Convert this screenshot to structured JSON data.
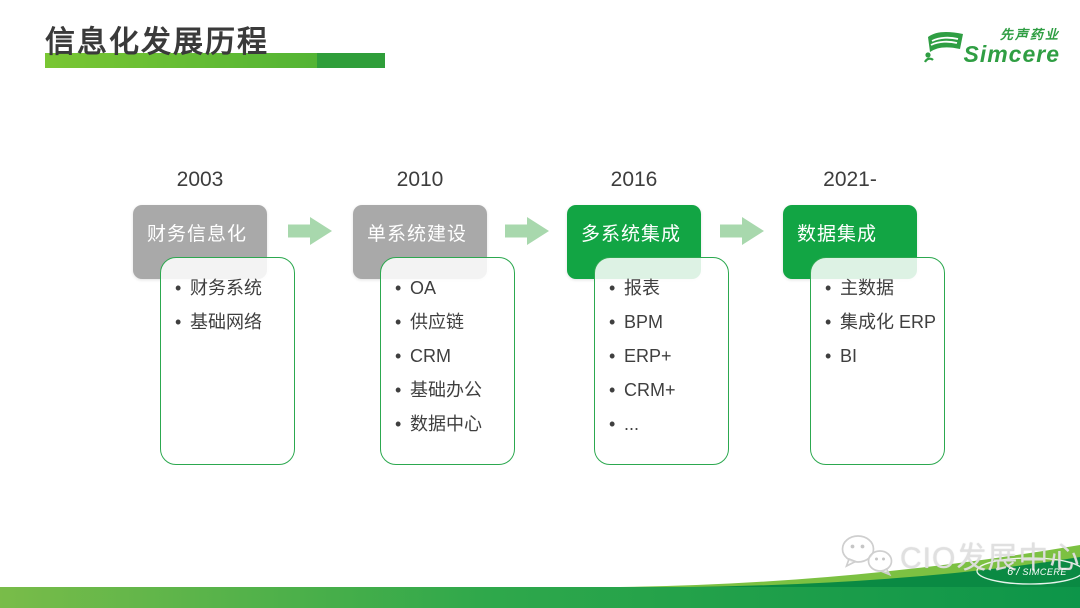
{
  "slide": {
    "title": "信息化发展历程"
  },
  "logo": {
    "company_cn": "先声药业",
    "company_en": "Simcere"
  },
  "timeline": {
    "stages": [
      {
        "year": "2003",
        "name": "财务信息化",
        "style": "gray",
        "items": [
          "财务系统",
          "基础网络"
        ]
      },
      {
        "year": "2010",
        "name": "单系统建设",
        "style": "gray",
        "items": [
          "OA",
          "供应链",
          "CRM",
          "基础办公",
          "数据中心"
        ]
      },
      {
        "year": "2016",
        "name": "多系统集成",
        "style": "green",
        "items": [
          "报表",
          "BPM",
          "ERP+",
          "CRM+",
          "..."
        ]
      },
      {
        "year": "2021-",
        "name": "数据集成",
        "style": "green",
        "items": [
          "主数据",
          "集成化 ERP",
          "BI"
        ]
      }
    ]
  },
  "footer": {
    "watermark": "CIO发展中心",
    "page_number": "6",
    "separator": "/",
    "brand": "SIMCERE"
  },
  "colors": {
    "green_box": "#12a544",
    "gray_box": "#a9a9a9",
    "arrow": "#a8d8ad",
    "list_border": "#2ca84f",
    "underline_light": "#66c233",
    "underline_dark": "#2f9e3a",
    "bar_gradient_left": "#79bc49",
    "bar_gradient_right": "#0d9549",
    "swoosh_dark": "#0a8a43",
    "swoosh_light": "#7cc142",
    "logo_green": "#2f9e43"
  }
}
